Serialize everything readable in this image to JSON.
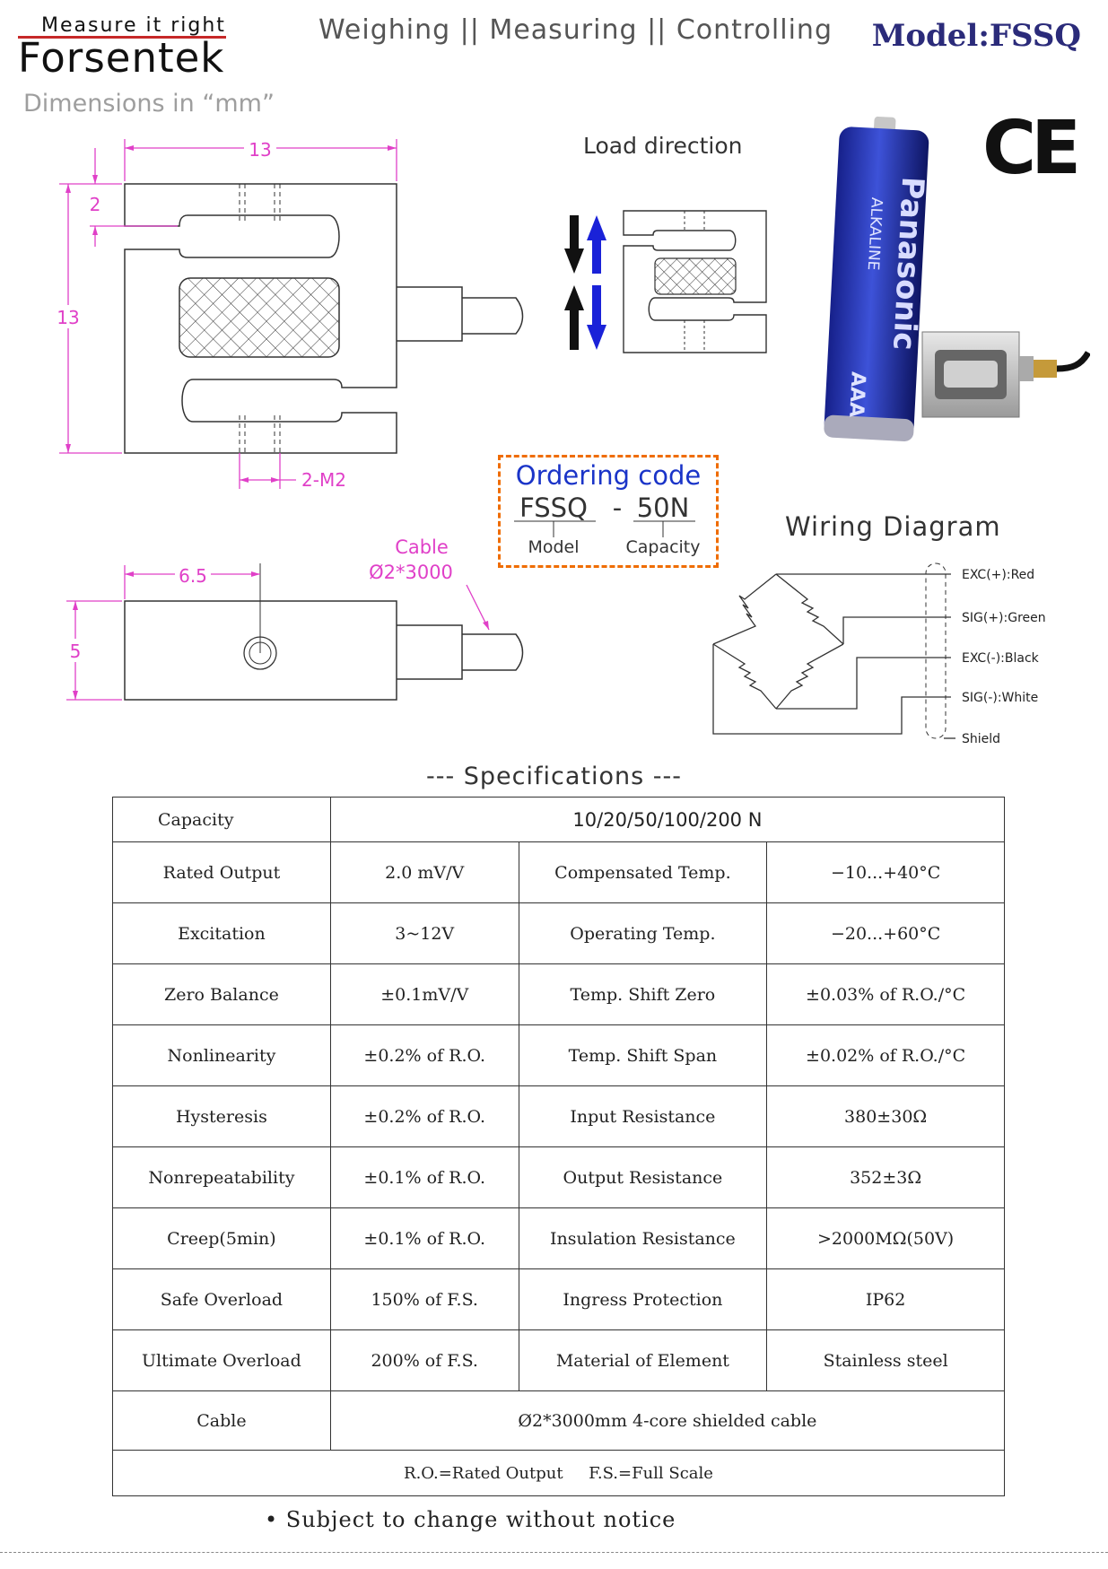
{
  "header": {
    "logo_tagline": "Measure it right",
    "logo_name": "Forsentek",
    "tagline": "Weighing || Measuring || Controlling",
    "model": "Model:FSSQ"
  },
  "drawing": {
    "dims_note": "Dimensions in “mm”",
    "width_label": "13",
    "height_label": "13",
    "slot_label": "2",
    "thread_label": "2-M2",
    "depth_label": "6.5",
    "thickness_label": "5",
    "cable_label": "Cable",
    "cable_spec": "Ø2*3000",
    "load_direction_title": "Load direction"
  },
  "ordering": {
    "title": "Ordering code",
    "model_code": "FSSQ",
    "separator": "-",
    "capacity_code": "50N",
    "model_caption": "Model",
    "capacity_caption": "Capacity"
  },
  "product_photo": {
    "battery_brand": "Panasonic",
    "battery_type": "ALKALINE",
    "battery_size": "AAA"
  },
  "certification": "CE",
  "wiring": {
    "title": "Wiring Diagram",
    "wires": [
      "EXC(+):Red",
      "SIG(+):Green",
      "EXC(-):Black",
      "SIG(-):White",
      "Shield"
    ]
  },
  "specs": {
    "title": "--- Specifications ---",
    "capacity_label": "Capacity",
    "capacity_value": "10/20/50/100/200 N",
    "rows": [
      {
        "l1": "Rated Output",
        "v1": "2.0 mV/V",
        "l2": "Compensated Temp.",
        "v2": "−10...+40°C"
      },
      {
        "l1": "Excitation",
        "v1": "3~12V",
        "l2": "Operating Temp.",
        "v2": "−20...+60°C"
      },
      {
        "l1": "Zero  Balance",
        "v1": "±0.1mV/V",
        "l2": "Temp. Shift Zero",
        "v2": "±0.03% of R.O./°C"
      },
      {
        "l1": "Nonlinearity",
        "v1": "±0.2% of R.O.",
        "l2": "Temp. Shift Span",
        "v2": "±0.02% of R.O./°C"
      },
      {
        "l1": "Hysteresis",
        "v1": "±0.2% of R.O.",
        "l2": "Input Resistance",
        "v2": "380±30Ω"
      },
      {
        "l1": "Nonrepeatability",
        "v1": "±0.1% of R.O.",
        "l2": "Output Resistance",
        "v2": "352±3Ω"
      },
      {
        "l1": "Creep(5min)",
        "v1": "±0.1% of R.O.",
        "l2": "Insulation Resistance",
        "v2": ">2000MΩ(50V)"
      },
      {
        "l1": "Safe Overload",
        "v1": "150% of F.S.",
        "l2": "Ingress Protection",
        "v2": "IP62"
      },
      {
        "l1": "Ultimate Overload",
        "v1": "200% of F.S.",
        "l2": "Material  of  Element",
        "v2": "Stainless steel"
      }
    ],
    "cable_label": "Cable",
    "cable_value": "Ø2*3000mm 4-core shielded cable",
    "footnote": "R.O.=Rated Output     F.S.=Full Scale"
  },
  "notice": "• Subject to change without notice"
}
